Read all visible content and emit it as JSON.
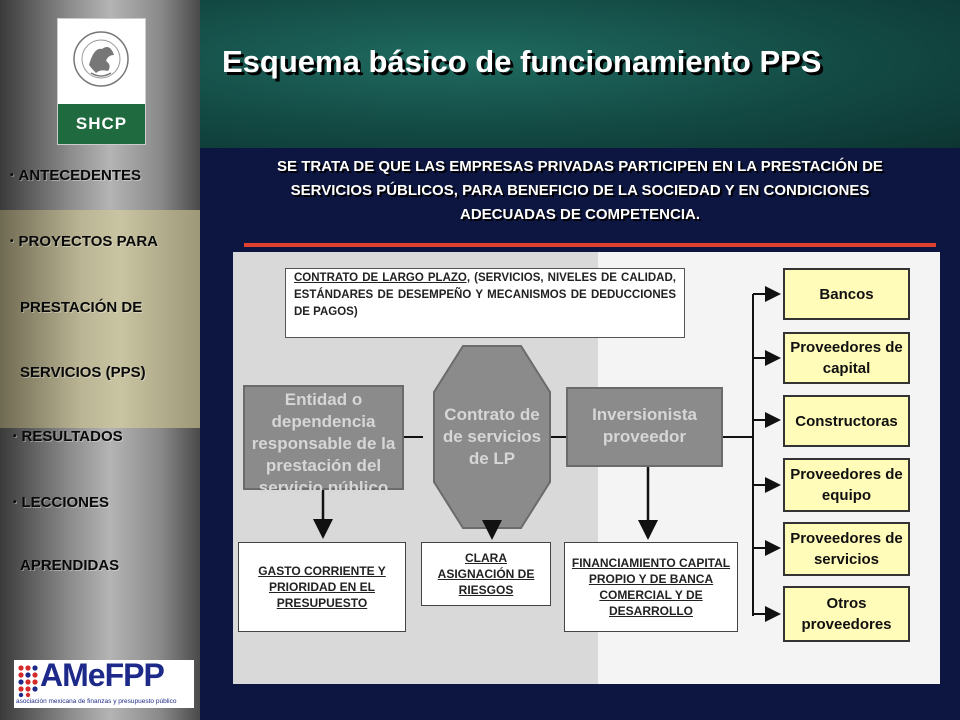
{
  "sidebar": {
    "logo_text": "SHCP",
    "nav": [
      {
        "label": "ANTECEDENTES"
      },
      {
        "label": "PROYECTOS PARA"
      },
      {
        "label": "PRESTACIÓN DE"
      },
      {
        "label": "SERVICIOS (PPS)"
      },
      {
        "label": "RESULTADOS"
      },
      {
        "label": "LECCIONES"
      },
      {
        "label": "APRENDIDAS"
      }
    ],
    "footer_logo": {
      "name": "AMeFPP",
      "tagline": "asociación mexicana de finanzas y presupuesto público"
    }
  },
  "header": {
    "title": "Esquema básico de funcionamiento PPS"
  },
  "intro": {
    "lines": [
      "SE TRATA DE QUE LAS EMPRESAS PRIVADAS PARTICIPEN EN LA PRESTACIÓN DE",
      "SERVICIOS PÚBLICOS, PARA BENEFICIO DE LA SOCIEDAD Y EN CONDICIONES",
      "ADECUADAS  DE COMPETENCIA."
    ]
  },
  "diagram": {
    "contract_note": {
      "underlined": "CONTRATO DE LARGO PLAZO,",
      "rest": " (SERVICIOS, NIVELES DE CALIDAD, ESTÁNDARES DE DESEMPEÑO Y MECANISMOS DE DEDUCCIONES DE PAGOS)"
    },
    "entity": [
      "Entidad o",
      "dependencia",
      "responsable de la",
      "prestación del",
      "servicio público"
    ],
    "contract": [
      "Contrato de",
      "de servicios",
      "de LP"
    ],
    "investor": [
      "Inversionista",
      "proveedor"
    ],
    "gasto": "GASTO CORRIENTE Y PRIORIDAD EN EL PRESUPUESTO",
    "riesgos": "CLARA ASIGNACIÓN DE RIESGOS",
    "financiamiento": "FINANCIAMIENTO CAPITAL PROPIO Y DE BANCA COMERCIAL Y DE DESARROLLO",
    "providers": [
      {
        "label": "Bancos"
      },
      {
        "label": "Proveedores de capital"
      },
      {
        "label": "Constructoras"
      },
      {
        "label": "Proveedores de equipo"
      },
      {
        "label": "Proveedores de servicios"
      },
      {
        "label": "Otros proveedores"
      }
    ]
  }
}
